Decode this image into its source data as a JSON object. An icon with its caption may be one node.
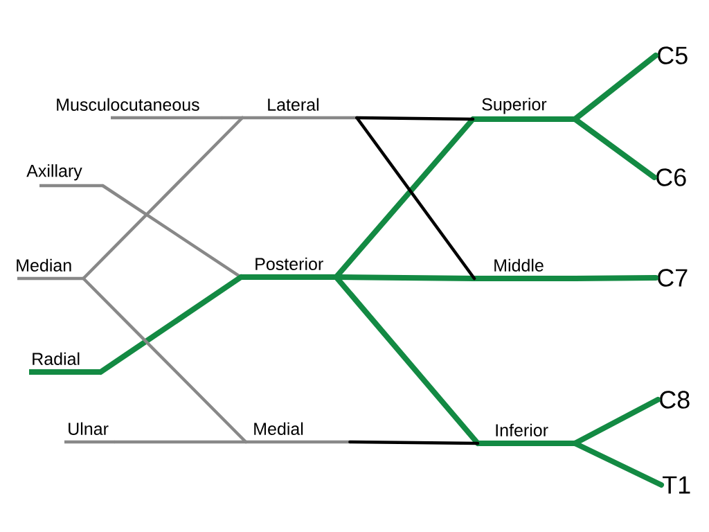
{
  "diagram": {
    "nodes": [
      {
        "text": [
          "C5"
        ]
      },
      {
        "text": [
          "Musculocutaneous"
        ]
      },
      {
        "text": [
          "Lateral"
        ]
      },
      {
        "text": [
          "Superior"
        ]
      },
      {
        "text": [
          "C6"
        ]
      },
      {
        "text": [
          "Axillary"
        ]
      },
      {
        "text": [
          "Median"
        ]
      },
      {
        "text": [
          "Posterior"
        ]
      },
      {
        "text": [
          "Middle"
        ]
      },
      {
        "text": [
          "C7"
        ]
      },
      {
        "text": [
          "Radial"
        ]
      },
      {
        "text": [
          "C8"
        ]
      },
      {
        "text": [
          "Ulnar"
        ]
      },
      {
        "text": [
          "Medial"
        ]
      },
      {
        "text": [
          "Inferior"
        ]
      },
      {
        "text": [
          "T1"
        ]
      }
    ],
    "edges": [
      {
        "from": 3,
        "to": 0,
        "arrow": "none"
      },
      {
        "from": 3,
        "to": 4,
        "arrow": "none"
      },
      {
        "from": 8,
        "to": 9,
        "arrow": "none"
      },
      {
        "from": 14,
        "to": 11,
        "arrow": "none"
      },
      {
        "from": 14,
        "to": 15,
        "arrow": "none"
      },
      {
        "from": 7,
        "to": 3,
        "arrow": "none"
      },
      {
        "from": 7,
        "to": 8,
        "arrow": "none"
      },
      {
        "from": 7,
        "to": 14,
        "arrow": "none"
      },
      {
        "from": 2,
        "to": 3,
        "arrow": "none",
        "color": "#000000"
      },
      {
        "from": 2,
        "to": 8,
        "arrow": "none",
        "color": "#000000"
      },
      {
        "from": 13,
        "to": 14,
        "arrow": "none",
        "color": "#000000"
      },
      {
        "from": 2,
        "to": 1,
        "arrow": "none",
        "color": "#888888"
      },
      {
        "from": 2,
        "to": 6,
        "arrow": "none",
        "color": "#888888"
      },
      {
        "from": 7,
        "to": 5,
        "arrow": "none",
        "color": "#888888"
      },
      {
        "from": 7,
        "to": 10,
        "arrow": "none"
      },
      {
        "from": 13,
        "to": 6,
        "arrow": "none",
        "color": "#888888"
      },
      {
        "from": 13,
        "to": 12,
        "arrow": "none",
        "color": "#888888"
      }
    ]
  }
}
